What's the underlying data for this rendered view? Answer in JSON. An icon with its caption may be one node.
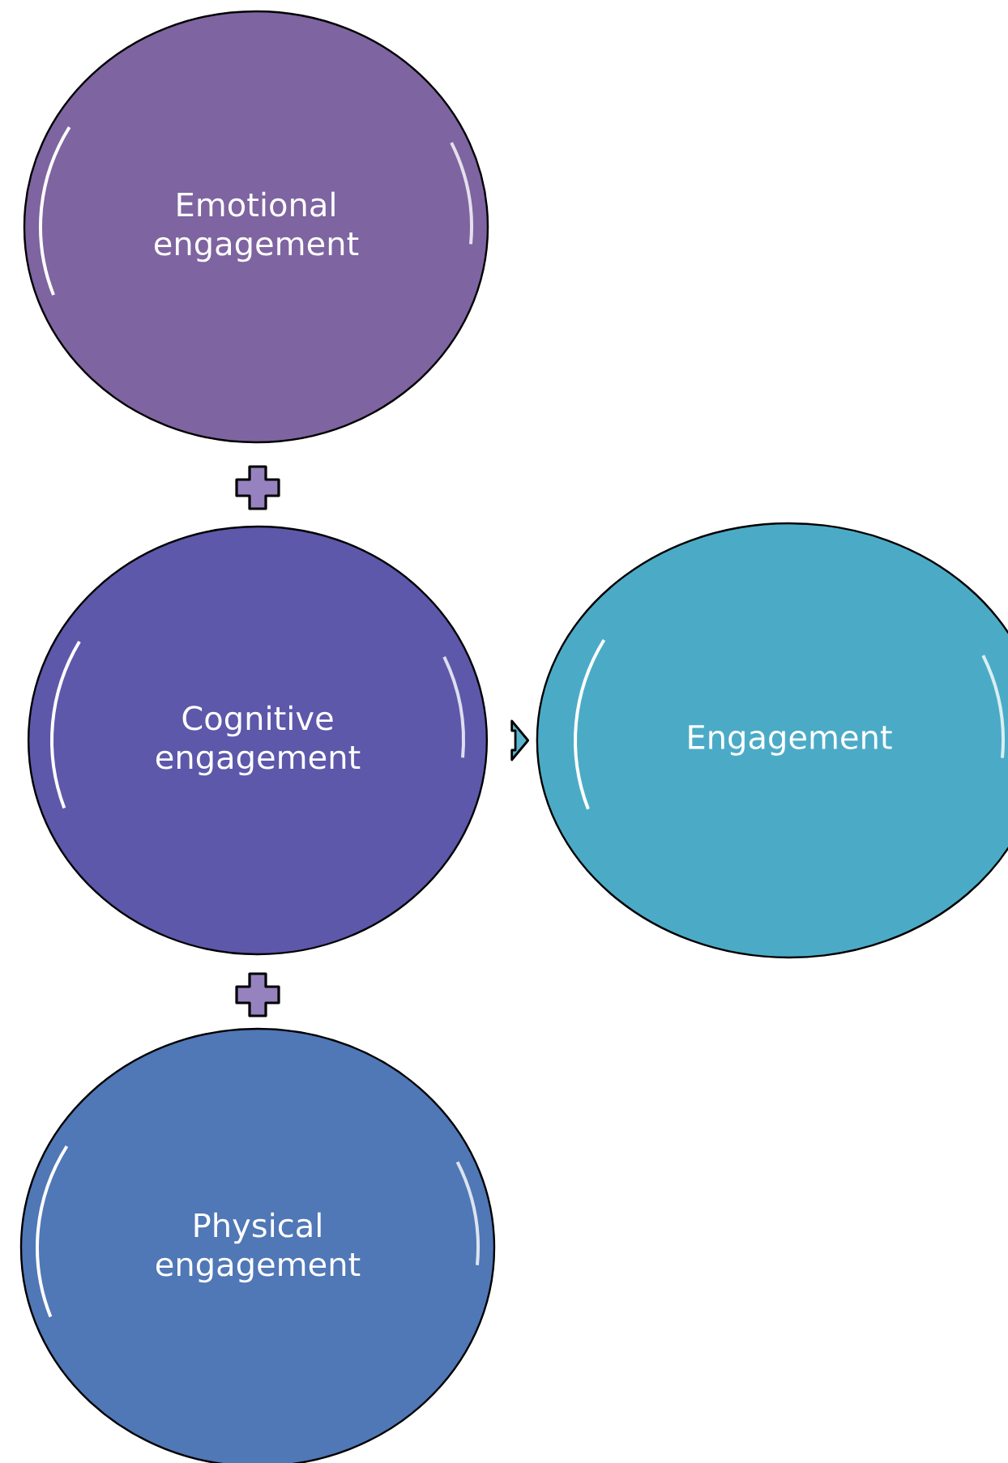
{
  "diagram": {
    "nodes": [
      {
        "text": [
          "Emotional engagement"
        ]
      },
      {
        "text": [
          "Cognitive engagement"
        ]
      },
      {
        "text": [
          "Physical engagement"
        ]
      },
      {
        "text": [
          "Engagement"
        ]
      }
    ],
    "edges": [
      {
        "from": 1,
        "to": 3,
        "arrow": "to"
      }
    ]
  }
}
